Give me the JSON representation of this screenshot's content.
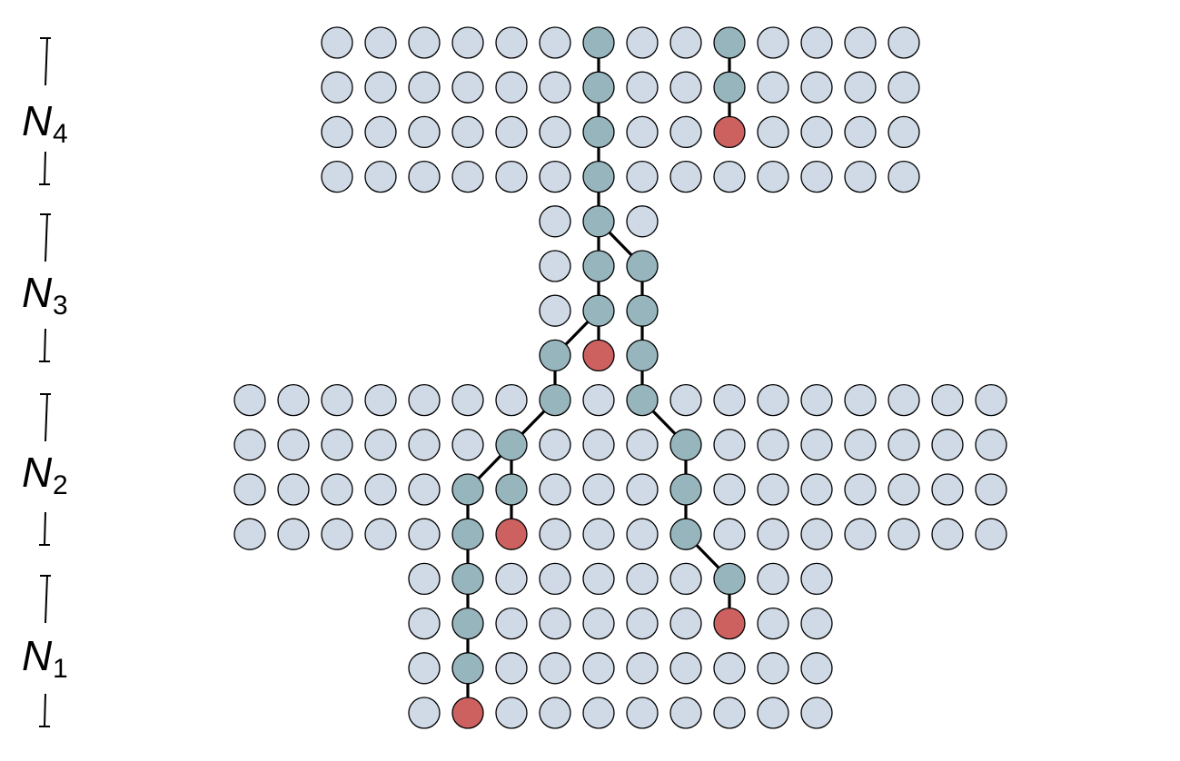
{
  "colors": {
    "node_default": "#cfdae6",
    "node_path": "#97b5bd",
    "node_terminal": "#cc6160",
    "edge": "#000000"
  },
  "levels": [
    {
      "symbol": "N",
      "subscript": "4"
    },
    {
      "symbol": "N",
      "subscript": "3"
    },
    {
      "symbol": "N",
      "subscript": "2"
    },
    {
      "symbol": "N",
      "subscript": "1"
    }
  ]
}
